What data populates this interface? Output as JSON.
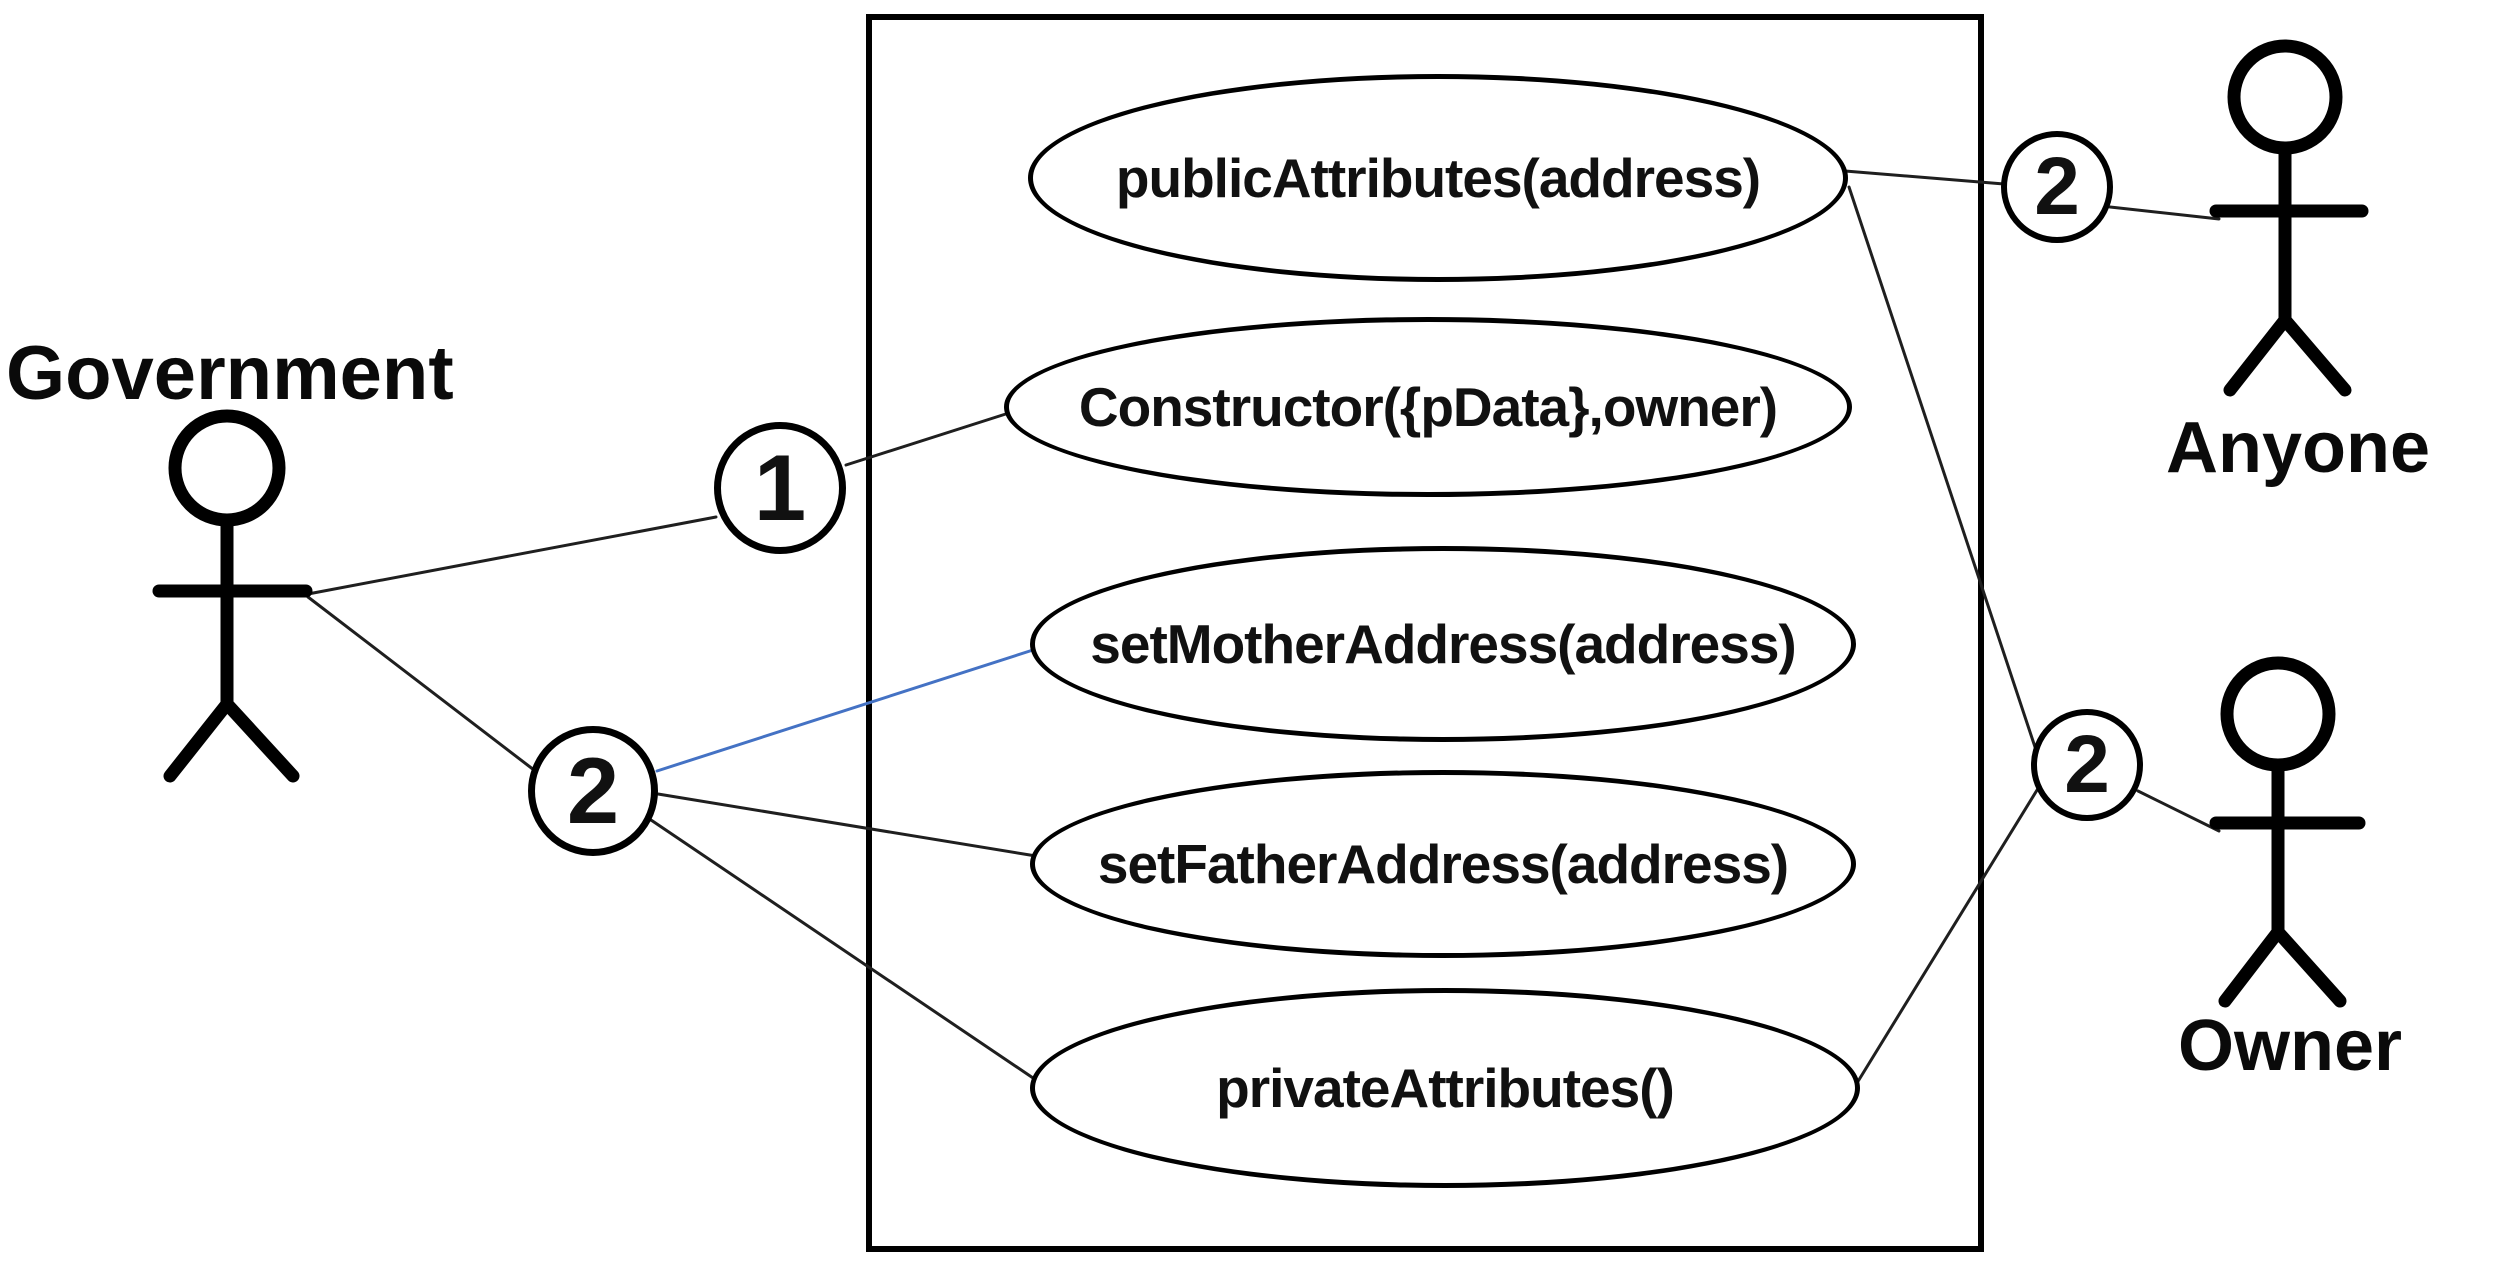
{
  "diagram": {
    "type": "uml-use-case",
    "actors": [
      {
        "id": "government",
        "label": "Government",
        "side": "left"
      },
      {
        "id": "anyone",
        "label": "Anyone",
        "side": "top-right"
      },
      {
        "id": "owner",
        "label": "Owner",
        "side": "bottom-right"
      }
    ],
    "use_cases": [
      {
        "id": "public-attributes",
        "label": "publicAttributes(address)"
      },
      {
        "id": "constructor",
        "label": "Constructor({pData},owner)"
      },
      {
        "id": "set-mother-address",
        "label": "setMotherAddress(address)"
      },
      {
        "id": "set-father-address",
        "label": "setFatherAddress(address)"
      },
      {
        "id": "private-attributes",
        "label": "privateAttributes()"
      }
    ],
    "badges": [
      {
        "id": "badge-1-government",
        "label": "1"
      },
      {
        "id": "badge-2-government",
        "label": "2"
      },
      {
        "id": "badge-2-anyone",
        "label": "2"
      },
      {
        "id": "badge-2-owner",
        "label": "2"
      }
    ],
    "colors": {
      "line": "#1f1f1f",
      "highlight_line": "#4472C4",
      "shape_stroke": "#000000",
      "background": "#ffffff"
    }
  }
}
